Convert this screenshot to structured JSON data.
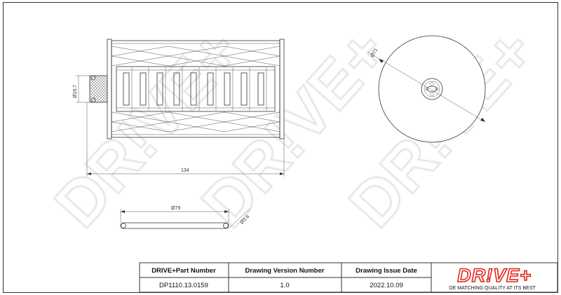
{
  "drawing": {
    "watermark": "DR!VE+",
    "dimensions": {
      "length": "134",
      "inner_diameter": "Ø16.7",
      "outer_diameter": "Ø71",
      "oring_diameter": "Ø79",
      "oring_section": "Ø3.6"
    }
  },
  "title_block": {
    "headers": [
      "DRIVE+Part Number",
      "Drawing Version Number",
      "Drawing Issue Date"
    ],
    "values": [
      "DP1110.13.0159",
      "1.0",
      "2022.10.09"
    ],
    "logo_text": "DR!VE+",
    "tagline": "OE MATCHING QUALITY AT ITS BEST",
    "brand_color": "#e2231a"
  }
}
